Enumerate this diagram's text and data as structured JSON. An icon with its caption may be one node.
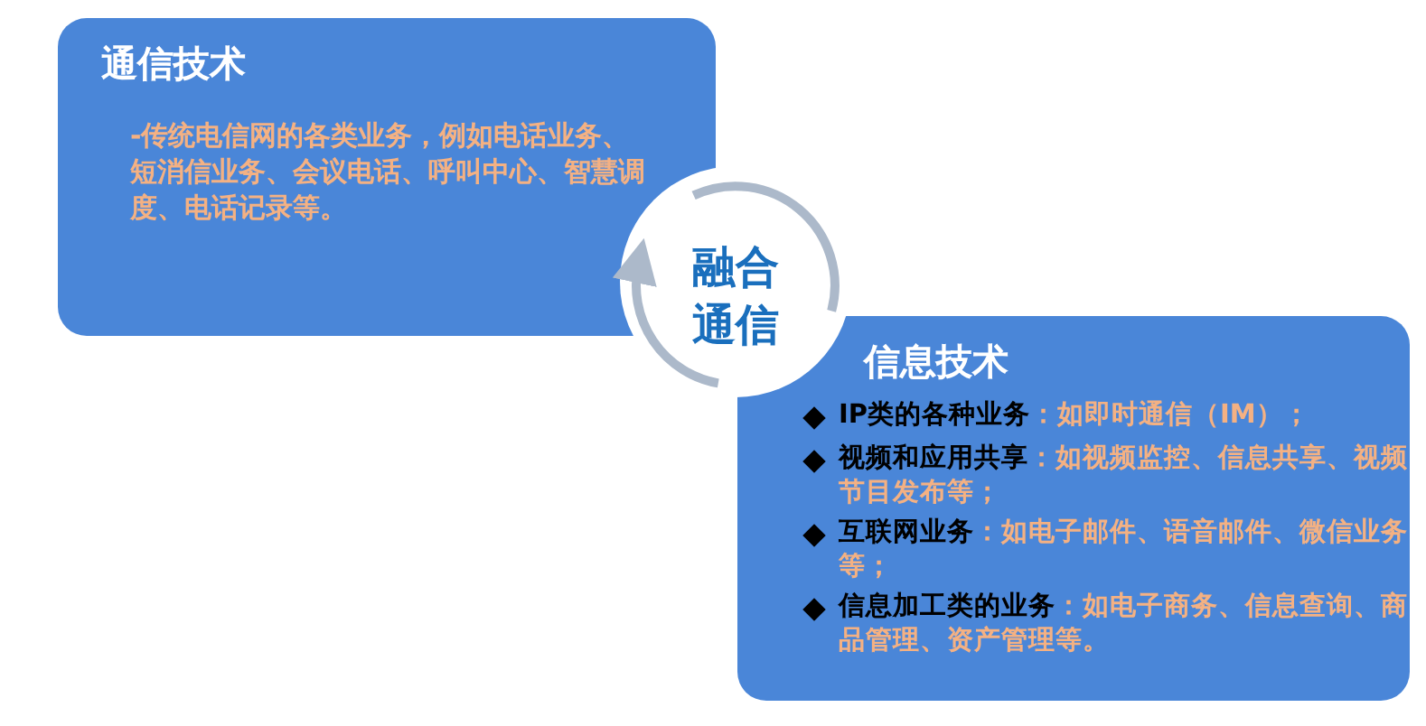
{
  "diagram": {
    "nodes": [
      {
        "text": [
          "通信技术",
          "-传统电信网的各类业务，例如电话业务、短消信业务、会议电话、呼叫中心、智慧调度、电话记录等。"
        ]
      },
      {
        "text": [
          "融合通信"
        ]
      },
      {
        "text": [
          "信息技术",
          "**IP类的各种业务**：如即时通信（IM）；",
          "**视频和应用共享**：如视频监控、信息共享、视频节目发布等；",
          "**互联网业务**：如电子邮件、语音邮件、微信业务等；",
          "**信息加工类的业务**：如电子商务、信息查询、商品管理、资产管理等。"
        ]
      }
    ],
    "edges": []
  }
}
